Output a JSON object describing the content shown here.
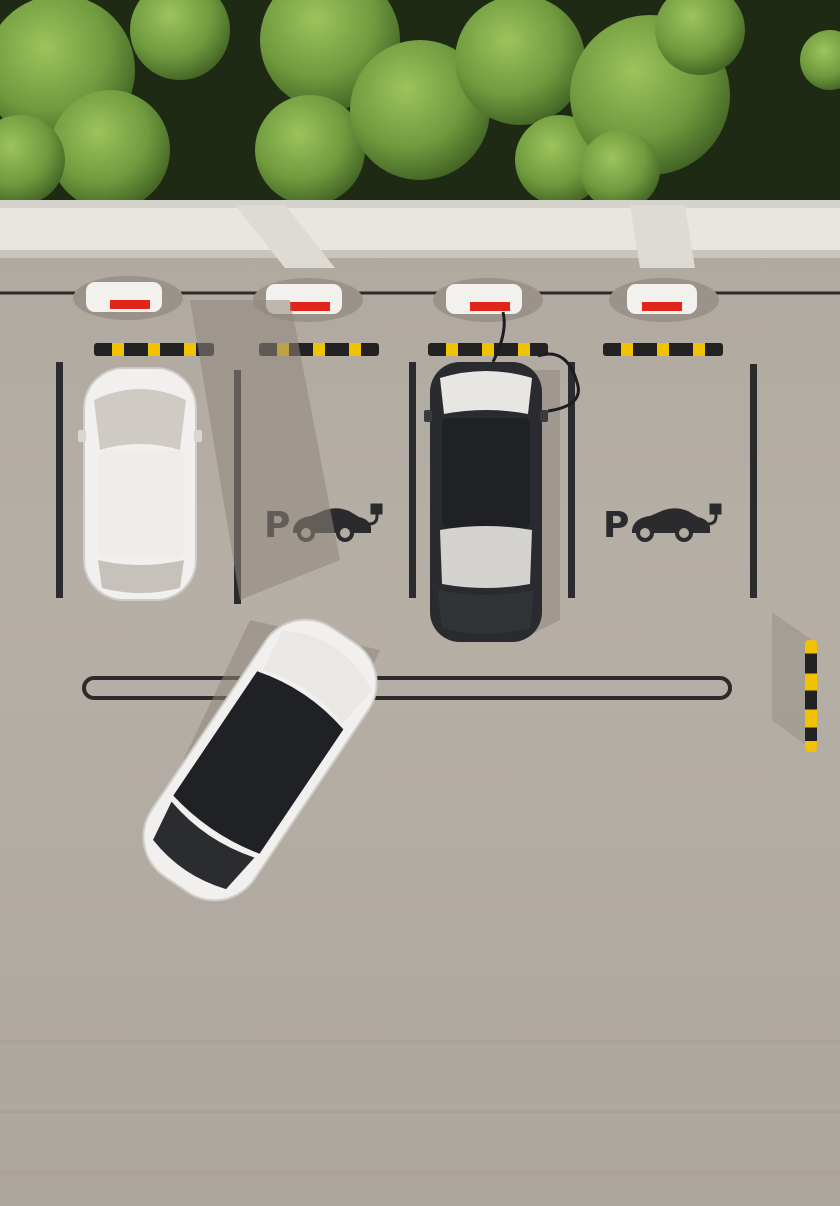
{
  "scene": {
    "description_role": "aerial-ev-parking-lot",
    "colors": {
      "asphalt": "#b3aca3",
      "asphalt_dark": "#a39b92",
      "foliage": "#5f8d37",
      "foliage_light": "#86b04f",
      "foliage_dark": "#2b3a1a",
      "curb": "#e9e6e1",
      "line": "#2b2b2d",
      "charger_red": "#e1251b",
      "bumper_yellow": "#f2c200",
      "car_white": "#f1f0ee",
      "car_black": "#2a2b2e",
      "glass_dark": "#1f2124"
    },
    "icons": [
      "parking-p-icon",
      "electric-car-icon",
      "plug-icon"
    ]
  },
  "signs": [
    {
      "letter": "P"
    },
    {
      "letter": "P"
    }
  ]
}
